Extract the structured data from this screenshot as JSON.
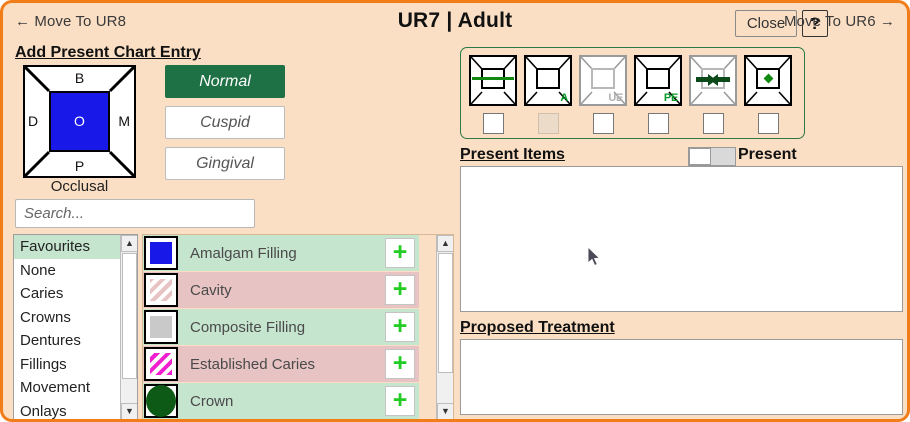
{
  "window": {
    "title": "UR7 | Adult",
    "accent_border": "#f07d18",
    "background": "#fbdfc4"
  },
  "header": {
    "move_prev": "← Move To UR8",
    "move_next": "Move To UR6 →",
    "close_label": "Close",
    "help_label": "?"
  },
  "left": {
    "section_title": "Add Present Chart Entry",
    "surface_picker": {
      "top": "B",
      "bottom": "P",
      "left": "D",
      "right": "M",
      "center": "O",
      "center_color": "#1818e8",
      "caption": "Occlusal"
    },
    "modes": [
      {
        "label": "Normal",
        "active": true
      },
      {
        "label": "Cuspid",
        "active": false
      },
      {
        "label": "Gingival",
        "active": false
      }
    ],
    "search": {
      "placeholder": "Search...",
      "value": ""
    },
    "categories": [
      {
        "label": "Favourites",
        "selected": true
      },
      {
        "label": "None",
        "selected": false
      },
      {
        "label": "Caries",
        "selected": false
      },
      {
        "label": "Crowns",
        "selected": false
      },
      {
        "label": "Dentures",
        "selected": false
      },
      {
        "label": "Fillings",
        "selected": false
      },
      {
        "label": "Movement",
        "selected": false
      },
      {
        "label": "Onlays",
        "selected": false
      }
    ],
    "items": [
      {
        "label": "Amalgam Filling",
        "row_color": "green",
        "swatch": "solid-blue",
        "add_label": "+"
      },
      {
        "label": "Cavity",
        "row_color": "pink",
        "swatch": "hatch-white",
        "add_label": "+"
      },
      {
        "label": "Composite Filling",
        "row_color": "green",
        "swatch": "solid-grey",
        "add_label": "+"
      },
      {
        "label": "Established Caries",
        "row_color": "pink",
        "swatch": "hatch-magenta",
        "add_label": "+"
      },
      {
        "label": "Crown",
        "row_color": "green",
        "swatch": "solid-green",
        "add_label": "+"
      }
    ]
  },
  "right": {
    "tooth_icons": [
      {
        "name": "tooth-icon-bar",
        "tag": "",
        "marker": "bar",
        "muted": false,
        "checkbox_disabled": false
      },
      {
        "name": "tooth-icon-a",
        "tag": "A",
        "marker": "none",
        "muted": false,
        "checkbox_disabled": true
      },
      {
        "name": "tooth-icon-ue",
        "tag": "UE",
        "marker": "none",
        "muted": true,
        "checkbox_disabled": false
      },
      {
        "name": "tooth-icon-pe",
        "tag": "PE",
        "marker": "none",
        "muted": false,
        "checkbox_disabled": false
      },
      {
        "name": "tooth-icon-arrows",
        "tag": "",
        "marker": "arrows",
        "muted": true,
        "checkbox_disabled": false
      },
      {
        "name": "tooth-icon-dot",
        "tag": "",
        "marker": "dot",
        "muted": false,
        "checkbox_disabled": false
      }
    ],
    "present_items_heading": "Present Items",
    "present_toggle_label": "Present",
    "present_toggle_on": false,
    "present_items": [],
    "proposed_heading": "Proposed Treatment",
    "proposed_items": []
  },
  "colors": {
    "accent_orange": "#f07d18",
    "green_active": "#1e7045",
    "row_green": "#c6e5cf",
    "row_pink": "#e8c3c3",
    "plus_green": "#22cc22"
  }
}
